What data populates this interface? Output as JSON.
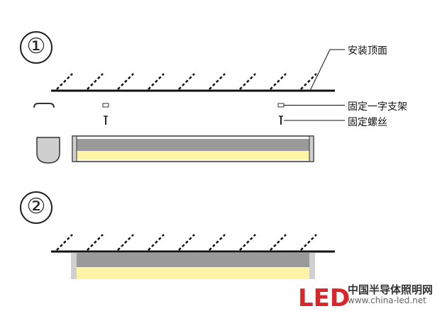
{
  "steps": [
    "①",
    "②"
  ],
  "labels": {
    "ceiling": "安装顶面",
    "bracket": "固定一字支架",
    "screw": "固定螺丝"
  },
  "logo": {
    "mark": "LED",
    "name": "中国半导体照明网",
    "url": "www.china-led.net"
  },
  "colors": {
    "line": "#111111",
    "housing": "#9a9a9a",
    "housing_dark": "#555555",
    "endcap": "#cfcfcf",
    "light": "#fff3a6",
    "logo_red": "#d9262a",
    "logo_blue": "#2a6db5"
  }
}
